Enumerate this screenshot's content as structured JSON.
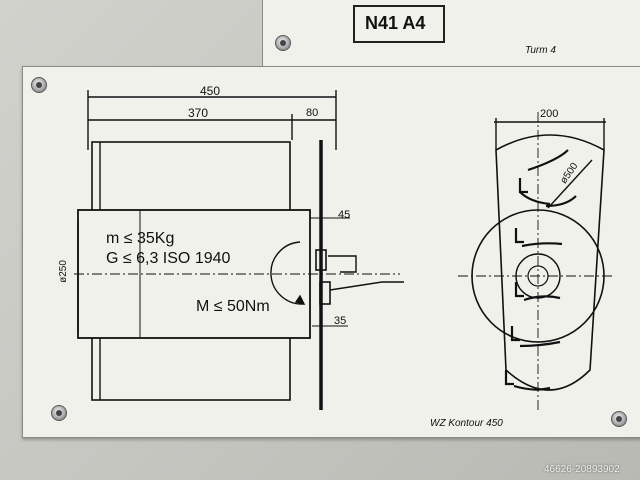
{
  "top_label": {
    "code": "N41 A4",
    "note": "Turm 4"
  },
  "drawing": {
    "dimensions": {
      "total_width": "450",
      "body_width": "370",
      "offset": "80",
      "gap_top": "45",
      "gap_bottom": "35",
      "diameter_left": "ø250",
      "turret_width": "200",
      "turret_diameter": "ø500"
    },
    "specs": {
      "mass": "m  ≤  35Kg",
      "balance": "G  ≤  6,3  ISO  1940",
      "torque": "M   ≤  50Nm"
    },
    "caption": "WZ Kontour 450"
  },
  "overlay": {
    "watermark_id": "46626-20893902"
  },
  "colors": {
    "plate": "#f1f1ec",
    "ink": "#111111",
    "wall": "#c9c9c4"
  }
}
